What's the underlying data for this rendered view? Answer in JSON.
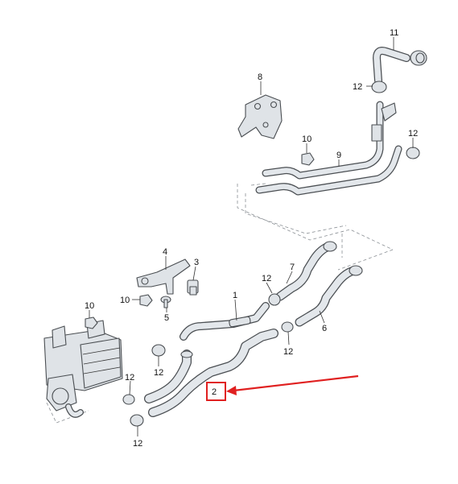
{
  "callouts": {
    "c11": "11",
    "c8": "8",
    "c12_top": "12",
    "c10_top": "10",
    "c9": "9",
    "c12_right": "12",
    "c4": "4",
    "c3": "3",
    "c7": "7",
    "c12_mid": "12",
    "c10_left": "10",
    "c10_far": "10",
    "c5": "5",
    "c1": "1",
    "c6": "6",
    "c12_lower": "12",
    "c12_left": "12",
    "c12_bottom": "12",
    "c12_low_left": "12",
    "c2": "2"
  },
  "colors": {
    "part_fill": "#dfe3e7",
    "outline": "#4a4e52",
    "highlight": "#e02020"
  }
}
